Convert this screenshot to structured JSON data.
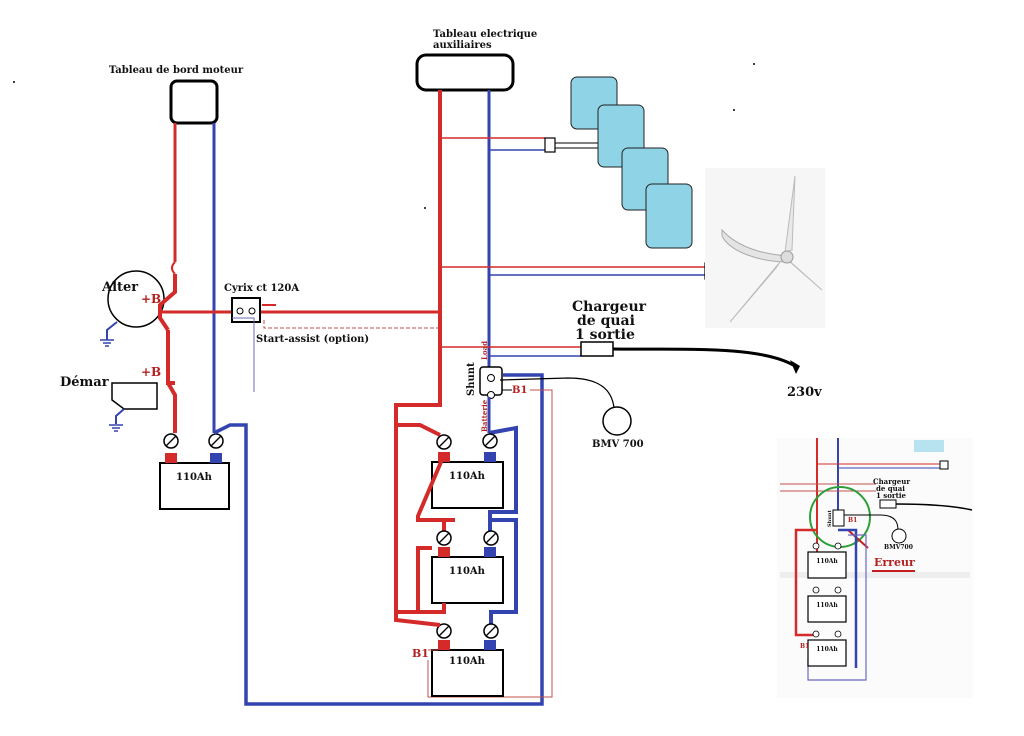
{
  "labels": {
    "dashboard_motor": "Tableau de bord moteur",
    "aux_panel_line1": "Tableau electrique",
    "aux_panel_line2": "auxiliaires",
    "alternator": "Alter",
    "alt_terminal": "+B",
    "starter": "Démar",
    "starter_terminal": "+B",
    "coupler": "Cyrix ct 120A",
    "start_assist": "Start-assist (option)",
    "charger_line1": "Chargeur",
    "charger_line2": "de quai",
    "charger_line3": "1 sortie",
    "mains": "230v",
    "shunt": "Shunt",
    "shunt_load": "Load",
    "shunt_battery": "Batterie",
    "shunt_b1": "B1",
    "monitor": "BMV 700",
    "battery_b1": "B1",
    "engine_battery": "110Ah",
    "service_batteries": [
      "110Ah",
      "110Ah",
      "110Ah"
    ]
  },
  "inset": {
    "charger_line1": "Chargeur",
    "charger_line2": "de quai",
    "charger_line3": "1 sortie",
    "shunt": "Shunt",
    "shunt_b1": "B1",
    "monitor": "BMV700",
    "error": "Erreur",
    "battery_b1": "B1",
    "batteries": [
      "110Ah",
      "110Ah",
      "110Ah"
    ]
  },
  "colors": {
    "positive": "#d42a2a",
    "negative": "#3344b0",
    "thin_positive": "#c0504d",
    "thin_negative": "#6a6abf",
    "solar_fill": "#8fd3e6",
    "error": "#c41e1e",
    "highlight_circle": "#2e9e3a"
  },
  "icons": [
    "ground-icon",
    "solar-panel-icon",
    "wind-turbine-icon",
    "fuse-icon",
    "plug-icon"
  ]
}
